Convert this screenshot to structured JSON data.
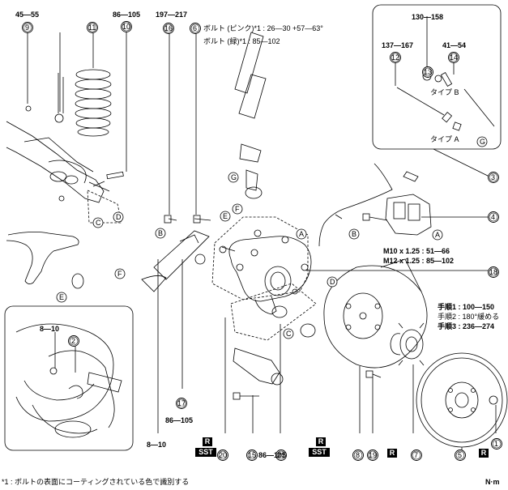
{
  "torque": {
    "t9": "45—55",
    "t10": "86—105",
    "t16": "197—217",
    "t6_pink": "ボルト (ピンク)*1 : 26—30 +57—63°",
    "t6_green": "ボルト (緑)*1 : 85—102",
    "t13": "130—158",
    "t12": "137—167",
    "t14": "41—54",
    "t4_m10": "M10 x 1.25 : 51—66",
    "t4_m12": "M12 x 1.25 : 85—102",
    "t2": "8—10",
    "t17": "86—105",
    "t8_10": "8—10",
    "t15": "86—105",
    "step1": "手順1 : 100—150",
    "step2": "手順2 : 180°緩める",
    "step3": "手順3 : 236—274"
  },
  "labels": {
    "typeB": "タイプ B",
    "typeA": "タイプ A",
    "R": "R",
    "SST": "SST"
  },
  "callouts": [
    "1",
    "2",
    "3",
    "4",
    "5",
    "6",
    "7",
    "8",
    "9",
    "10",
    "11",
    "12",
    "13",
    "14",
    "15",
    "16",
    "17",
    "18",
    "19",
    "20",
    "21"
  ],
  "letters": {
    "A": "A",
    "B": "B",
    "C": "C",
    "D": "D",
    "E": "E",
    "F": "F",
    "G": "G"
  },
  "footnote": "*1 : ボルトの表面にコーティングされている色で識別する",
  "unit": "N·m"
}
